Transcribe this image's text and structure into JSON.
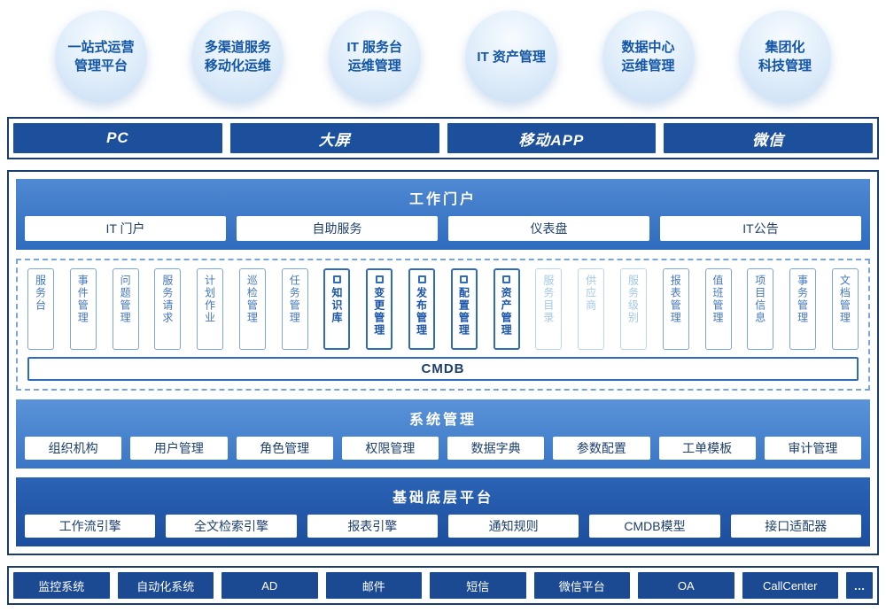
{
  "colors": {
    "primary_blue": "#1c4f9c",
    "navy_border": "#1b3d6d",
    "portal_gradient_top": "#5089d3",
    "portal_gradient_bottom": "#2f6cbe",
    "platform_dark_blue": "#1d4e9e",
    "bubble_text": "#1356a6",
    "module_light": "#a3c8e8"
  },
  "bubbles": [
    "一站式运营\n管理平台",
    "多渠道服务\n移动化运维",
    "IT 服务台\n运维管理",
    "IT 资产管理",
    "数据中心\n运维管理",
    "集团化\n科技管理"
  ],
  "channels": {
    "items": [
      "PC",
      "大屏",
      "移动APP",
      "微信"
    ]
  },
  "portal": {
    "title": "工作门户",
    "items": [
      "IT 门户",
      "自助服务",
      "仪表盘",
      "IT公告"
    ]
  },
  "modules": [
    {
      "label": "服务台",
      "group": "normal"
    },
    {
      "label": "事件管理",
      "group": "normal"
    },
    {
      "label": "问题管理",
      "group": "normal"
    },
    {
      "label": "服务请求",
      "group": "normal"
    },
    {
      "label": "计划作业",
      "group": "normal"
    },
    {
      "label": "巡检管理",
      "group": "normal"
    },
    {
      "label": "任务管理",
      "group": "normal"
    },
    {
      "label": "知识库",
      "group": "featured"
    },
    {
      "label": "变更管理",
      "group": "featured"
    },
    {
      "label": "发布管理",
      "group": "featured"
    },
    {
      "label": "配置管理",
      "group": "featured"
    },
    {
      "label": "资产管理",
      "group": "featured"
    },
    {
      "label": "服务目录",
      "group": "light"
    },
    {
      "label": "供应商",
      "group": "light"
    },
    {
      "label": "服务级别",
      "group": "light"
    },
    {
      "label": "报表管理",
      "group": "normal"
    },
    {
      "label": "值班管理",
      "group": "normal"
    },
    {
      "label": "项目信息",
      "group": "normal"
    },
    {
      "label": "事务管理",
      "group": "normal"
    },
    {
      "label": "文档管理",
      "group": "normal"
    }
  ],
  "cmdb": {
    "label": "CMDB"
  },
  "system": {
    "title": "系统管理",
    "items": [
      "组织机构",
      "用户管理",
      "角色管理",
      "权限管理",
      "数据字典",
      "参数配置",
      "工单模板",
      "审计管理"
    ]
  },
  "platform": {
    "title": "基础底层平台",
    "items": [
      "工作流引擎",
      "全文检索引擎",
      "报表引擎",
      "通知规则",
      "CMDB模型",
      "接口适配器"
    ]
  },
  "integrations": {
    "items": [
      "监控系统",
      "自动化系统",
      "AD",
      "邮件",
      "短信",
      "微信平台",
      "OA",
      "CallCenter",
      "…"
    ]
  }
}
